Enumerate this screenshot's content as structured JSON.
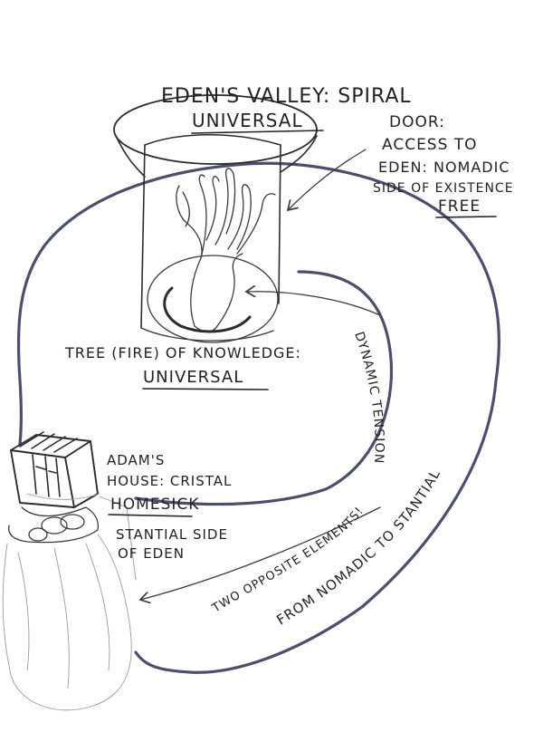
{
  "title": "EDEN'S VALLEY: SPIRAL",
  "universal_top": "UNIVERSAL",
  "door": {
    "line1": "DOOR:",
    "line2": "ACCESS TO",
    "line3": "EDEN: NOMADIC",
    "line4": "SIDE OF EXISTENCE",
    "line5": "FREE"
  },
  "tree": {
    "line1": "TREE (FIRE) OF KNOWLEDGE:",
    "line2": "UNIVERSAL"
  },
  "adam": {
    "line1": "ADAM'S",
    "line2": "HOUSE: CRISTAL",
    "line3": "HOMESICK",
    "line4": "STANTIAL SIDE",
    "line5": "OF EDEN"
  },
  "arc_inner": "DYNAMIC TENSION",
  "arc_outer": "TWO OPPOSITE ELEMENTS!",
  "arc_third": "FROM NOMADIC TO STANTIAL",
  "colors": {
    "ink": "#2b2b33",
    "spiral": "#4a4f6e",
    "pencil": "#9a9aa2"
  }
}
